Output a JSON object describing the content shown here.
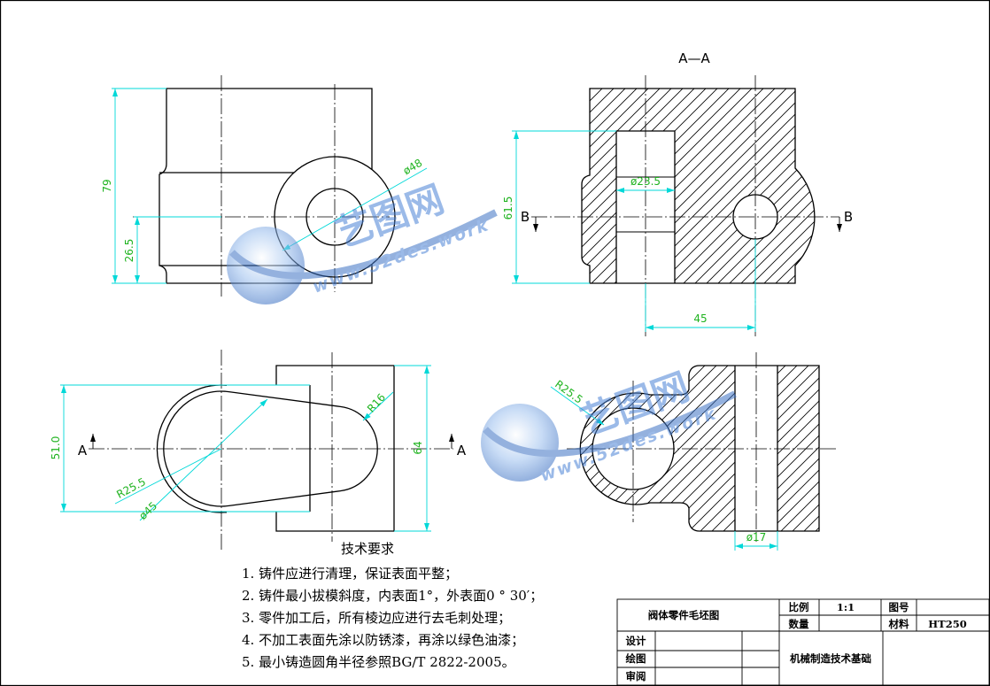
{
  "drawing": {
    "section_aa_title": "A—A",
    "section_marks": {
      "a_left": "A",
      "a_right": "A",
      "b_left": "B",
      "b_right": "B"
    },
    "dimensions": {
      "d79": "79",
      "d26_5": "26.5",
      "phi48": "ø48",
      "phi23_5": "ø23.5",
      "d61_5": "61.5",
      "d45": "45",
      "d51_0": "51.0",
      "d64": "64",
      "r16": "R16",
      "r25_5_top_view": "R25.5",
      "phi45": "ø45",
      "r25_5_section": "R25.5",
      "phi17": "ø17"
    }
  },
  "tech_requirements": {
    "title": "技术要求",
    "items": [
      "1. 铸件应进行清理，保证表面平整；",
      "2. 铸件最小拔模斜度，内表面1°，外表面0 ° 30′；",
      "3. 零件加工后，所有棱边应进行去毛刺处理；",
      "4. 不加工表面先涂以防锈漆，再涂以绿色油漆；",
      "5. 最小铸造圆角半径参照BG/T 2822-2005。"
    ]
  },
  "title_block": {
    "drawing_name": "阀体零件毛坯图",
    "scale_label": "比例",
    "scale_value": "1:1",
    "drawing_no_label": "图号",
    "quantity_label": "数量",
    "material_label": "材料",
    "material_value": "HT250",
    "design_label": "设计",
    "drafting_label": "绘图",
    "review_label": "审阅",
    "course_name": "机械制造技术基础"
  },
  "watermark": {
    "brand": "艺图网",
    "url": "www.52des.work"
  },
  "colors": {
    "outline": "#000000",
    "dimension_line": "#00d8d8",
    "dimension_text": "#1fb31f",
    "watermark": "#4a82d6"
  }
}
